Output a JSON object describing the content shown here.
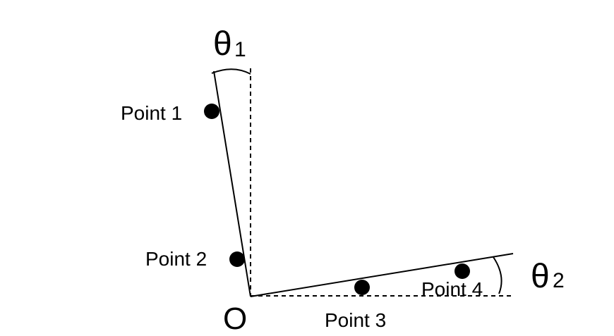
{
  "diagram": {
    "origin_label": "O",
    "theta1": {
      "symbol": "θ",
      "subscript": "1"
    },
    "theta2": {
      "symbol": "θ",
      "subscript": "2"
    },
    "points": [
      {
        "label": "Point 1"
      },
      {
        "label": "Point 2"
      },
      {
        "label": "Point 3"
      },
      {
        "label": "Point 4"
      }
    ]
  },
  "colors": {
    "ink": "#000000",
    "background": "#ffffff"
  }
}
